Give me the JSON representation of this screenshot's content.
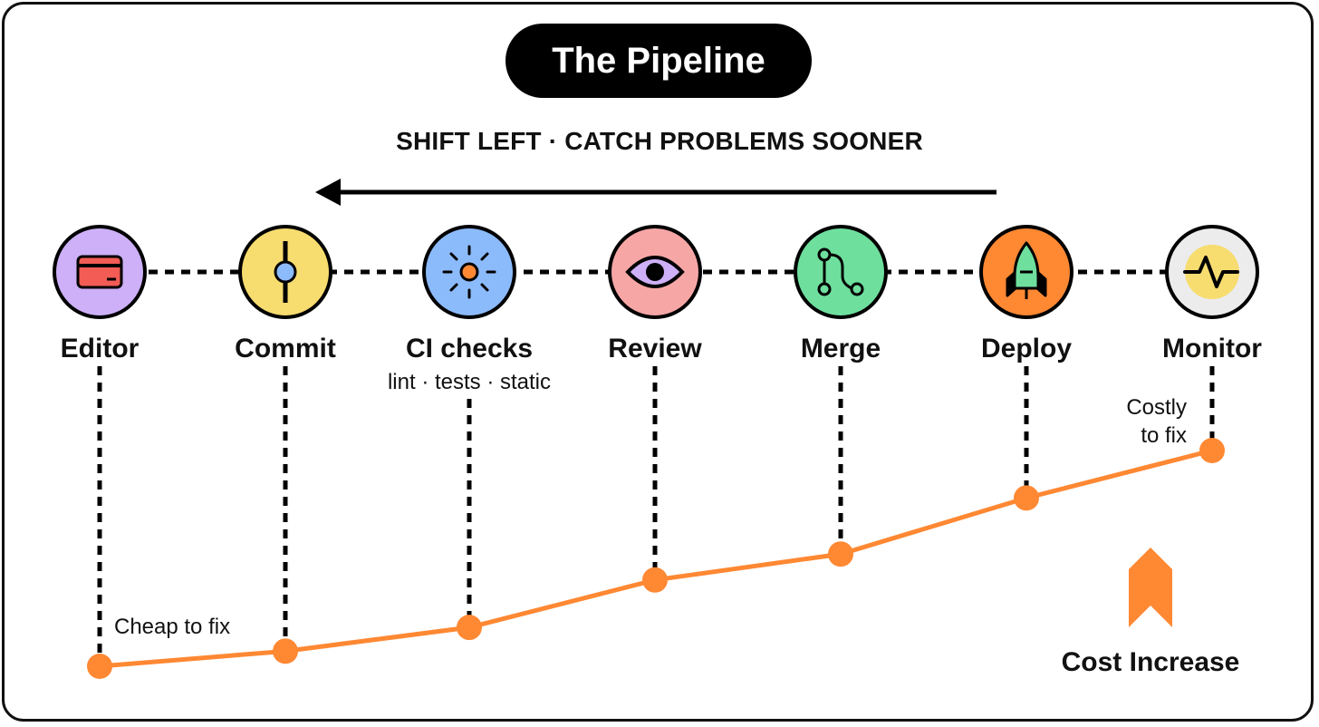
{
  "title": "The Pipeline",
  "subtitle": "SHIFT LEFT · CATCH PROBLEMS SOONER",
  "stages": [
    {
      "label": "Editor",
      "sub": "",
      "icon": "credit-card-icon",
      "color": "#CDB0F7"
    },
    {
      "label": "Commit",
      "sub": "",
      "icon": "commit-icon",
      "color": "#F7DC6F"
    },
    {
      "label": "CI checks",
      "sub": "lint · tests · static",
      "icon": "sun-gear-icon",
      "color": "#8CBBFB"
    },
    {
      "label": "Review",
      "sub": "",
      "icon": "eye-icon",
      "color": "#F7A6A6"
    },
    {
      "label": "Merge",
      "sub": "",
      "icon": "merge-icon",
      "color": "#6FDF9E"
    },
    {
      "label": "Deploy",
      "sub": "",
      "icon": "rocket-icon",
      "color": "#FF8833"
    },
    {
      "label": "Monitor",
      "sub": "",
      "icon": "pulse-icon",
      "color": "#ECECEC"
    }
  ],
  "notes": {
    "cheap": "Cheap to fix",
    "costly_line1": "Costly",
    "costly_line2": "to fix"
  },
  "cost_label": "Cost Increase",
  "chart_data": {
    "type": "line",
    "categories": [
      "Editor",
      "Commit",
      "CI checks",
      "Review",
      "Merge",
      "Deploy",
      "Monitor"
    ],
    "values": [
      0,
      0.07,
      0.18,
      0.4,
      0.52,
      0.78,
      1.0
    ],
    "color": "#FF8833"
  }
}
